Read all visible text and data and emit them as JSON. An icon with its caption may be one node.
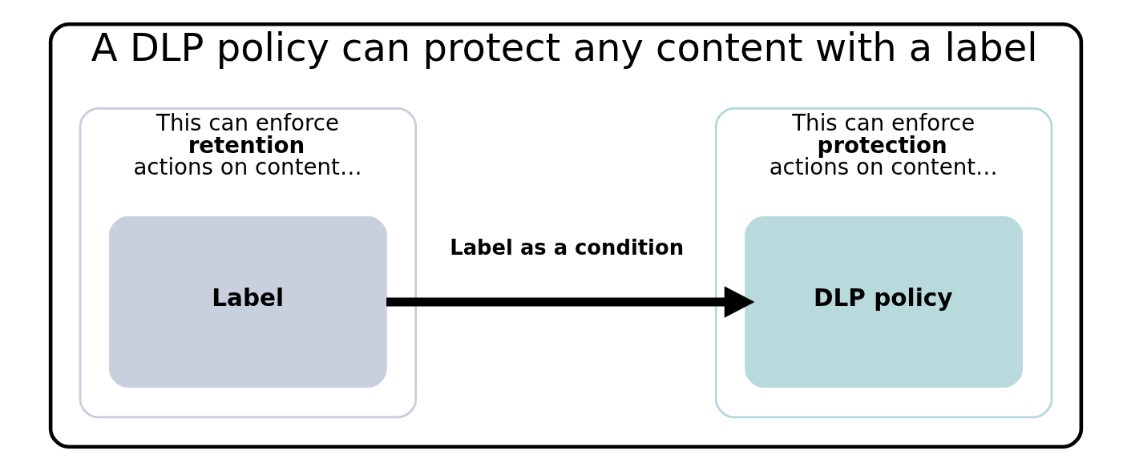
{
  "diagram": {
    "nodes": [
      {
        "text": [
          "A DLP policy can protect any content with a label"
        ]
      },
      {
        "text": [
          "This can enforce **retention** actions on content…"
        ],
        "in": 0
      },
      {
        "text": [
          "Label"
        ],
        "in": 1
      },
      {
        "text": [
          "This can enforce **protection** actions on content…"
        ],
        "in": 0
      },
      {
        "text": [
          "DLP policy"
        ],
        "in": 3
      }
    ],
    "edges": [
      {
        "from": 2,
        "to": 4,
        "arrow": "to",
        "label": "Label as a condition"
      }
    ]
  }
}
